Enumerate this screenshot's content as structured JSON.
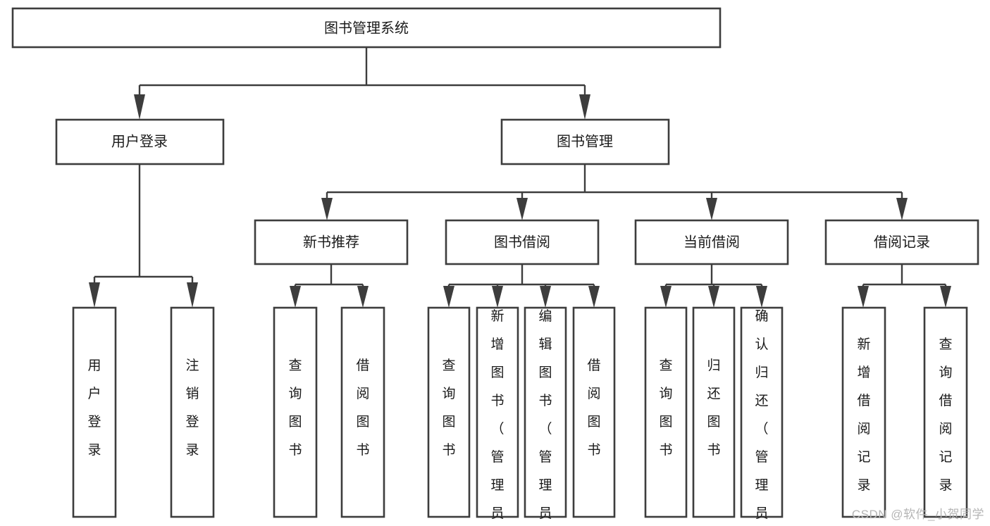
{
  "diagram": {
    "type": "tree-flowchart",
    "title": "图书管理系统",
    "watermark": "CSDN @软件_小贺同学",
    "colors": {
      "stroke": "#3d3d3d",
      "box_fill": "#ffffff",
      "text": "#1a1a1a",
      "background": "#ffffff",
      "watermark": "#b5b5b5"
    },
    "root": {
      "label": "图书管理系统"
    },
    "level2": [
      {
        "label": "用户登录"
      },
      {
        "label": "图书管理"
      }
    ],
    "level3": [
      {
        "label": "新书推荐"
      },
      {
        "label": "图书借阅"
      },
      {
        "label": "当前借阅"
      },
      {
        "label": "借阅记录"
      }
    ],
    "leaves": {
      "user_login": [
        {
          "label": "用户登录"
        },
        {
          "label": "注销登录"
        }
      ],
      "new_book_recommend": [
        {
          "label": "查询图书"
        },
        {
          "label": "借阅图书"
        }
      ],
      "book_borrow": [
        {
          "label": "查询图书"
        },
        {
          "label": "新增图书（管理员）"
        },
        {
          "label": "编辑图书（管理员）"
        },
        {
          "label": "借阅图书"
        }
      ],
      "current_borrow": [
        {
          "label": "查询图书"
        },
        {
          "label": "归还图书"
        },
        {
          "label": "确认归还（管理员）"
        }
      ],
      "borrow_record": [
        {
          "label": "新增借阅记录"
        },
        {
          "label": "查询借阅记录"
        }
      ]
    }
  }
}
